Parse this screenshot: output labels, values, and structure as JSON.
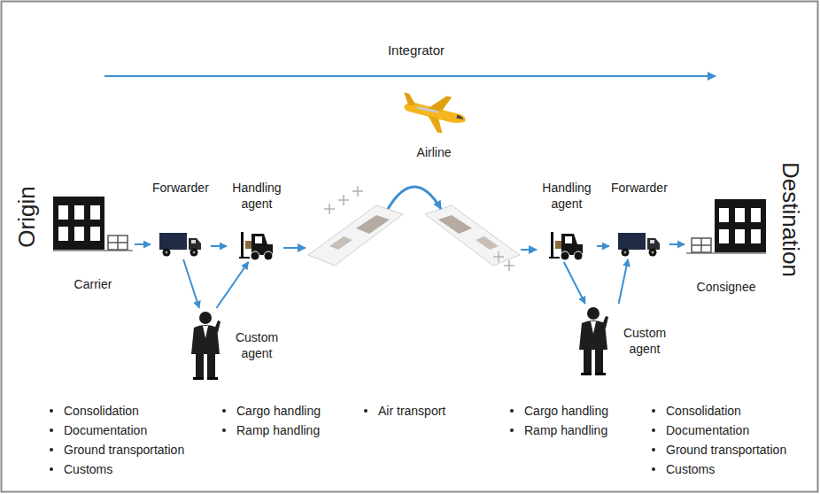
{
  "diagram": {
    "nodes": [
      {
        "text": [
          "Carrier"
        ]
      },
      {
        "text": [
          "Forwarder"
        ]
      },
      {
        "text": [
          "Handling agent"
        ]
      },
      {
        "text": [
          "Custom agent"
        ]
      },
      {
        "text": [
          "Handling agent"
        ]
      },
      {
        "text": [
          "Custom agent"
        ]
      },
      {
        "text": [
          "Forwarder"
        ]
      },
      {
        "text": [
          "Consignee"
        ]
      }
    ],
    "edges": [
      {
        "from": 0,
        "to": 1,
        "arrow": "to"
      },
      {
        "from": 1,
        "to": 2,
        "arrow": "to"
      },
      {
        "from": 1,
        "to": 3,
        "arrow": "to"
      },
      {
        "from": 3,
        "to": 2,
        "arrow": "to"
      },
      {
        "from": 4,
        "to": 6,
        "arrow": "to"
      },
      {
        "from": 4,
        "to": 5,
        "arrow": "to"
      },
      {
        "from": 5,
        "to": 6,
        "arrow": "to"
      },
      {
        "from": 6,
        "to": 7,
        "arrow": "to"
      }
    ],
    "labels": [
      "Integrator",
      "Airline",
      "Origin",
      "Destination",
      "Consolidation",
      "Documentation",
      "Ground transportation",
      "Customs",
      "Cargo handling",
      "Ramp handling",
      "Air transport",
      "Cargo handling",
      "Ramp handling",
      "Consolidation",
      "Documentation",
      "Ground transportation",
      "Customs"
    ]
  }
}
